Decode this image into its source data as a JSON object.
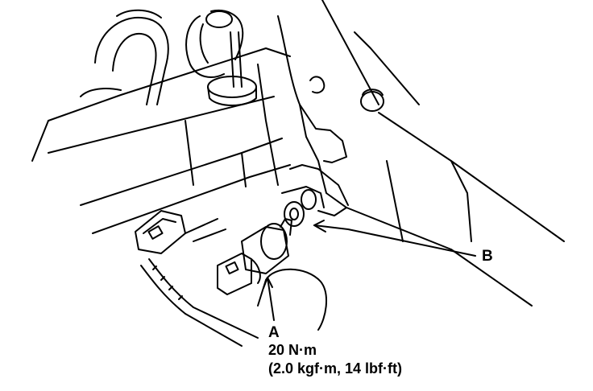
{
  "callouts": {
    "a": {
      "letter": "A",
      "torque_metric": "20 N·m",
      "torque_alt": "(2.0 kgf·m, 14 lbf·ft)"
    },
    "b": {
      "letter": "B"
    }
  },
  "colors": {
    "line": "#000000",
    "background": "#ffffff"
  }
}
